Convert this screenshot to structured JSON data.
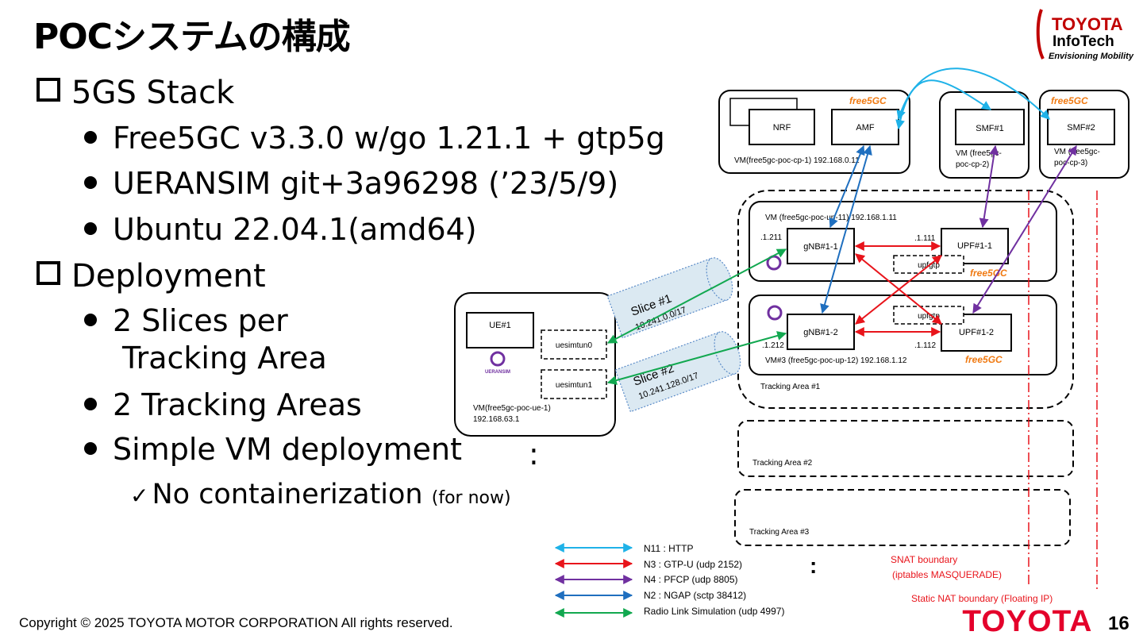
{
  "slide": {
    "title": "POCシステムの構成",
    "page_number": "16",
    "copyright": "Copyright ©  2025 TOYOTA MOTOR CORPORATION All rights reserved.",
    "footer_logo": "TOYOTA",
    "corner_logo": {
      "line1": "TOYOTA",
      "line2": "InfoTech",
      "line3": "Envisioning Mobility"
    }
  },
  "bullets": {
    "stack_heading": "5GS Stack",
    "stack_items": [
      "Free5GC v3.3.0 w/go 1.21.1 + gtp5g",
      "UERANSIM git+3a96298 (’23/5/9)",
      "Ubuntu 22.04.1(amd64)"
    ],
    "deploy_heading": "Deployment",
    "deploy_item1_line1": "2 Slices per",
    "deploy_item1_line2": "Tracking Area",
    "deploy_item2": "2 Tracking Areas",
    "deploy_item3": "Simple VM deployment",
    "deploy_colon": ":",
    "check_mark": "✓",
    "check_item": "No containerization",
    "check_note": "(for now)"
  },
  "diagram": {
    "cp1": {
      "nrf": "NRF",
      "amf": "AMF",
      "caption": "VM(free5gc-poc-cp-1) 192.168.0.11",
      "brand": "free5GC"
    },
    "cp2": {
      "smf": "SMF#1",
      "caption_line1": "VM (free5gc-",
      "caption_line2": "poc-cp-2)"
    },
    "cp3": {
      "smf": "SMF#2",
      "caption_line1": "VM (free5gc-",
      "caption_line2": "poc-cp-3)",
      "brand": "free5GC"
    },
    "up11": {
      "caption": "VM (free5gc-poc-up-11) 192.168.1.11",
      "gnb": "gNB#1-1",
      "upf": "UPF#1-1",
      "gnb_ip": ".1.211",
      "upf_ip": ".1.111",
      "upfgtp": "upfgtp",
      "brand": "free5GC"
    },
    "up12": {
      "caption": "VM#3 (free5gc-poc-up-12) 192.168.1.12",
      "gnb": "gNB#1-2",
      "upf": "UPF#1-2",
      "gnb_ip": ".1.212",
      "upf_ip": ".1.112",
      "upfgtp": "upfgtp",
      "brand": "free5GC"
    },
    "ue": {
      "name": "UE#1",
      "tun0": "uesimtun0",
      "tun1": "uesimtun1",
      "caption_line1": "VM(free5gc-poc-ue-1)",
      "caption_line2": "192.168.63.1",
      "brand": "UERANSIM"
    },
    "slice1": {
      "name": "Slice #1",
      "subnet": "10.241.0.0/17"
    },
    "slice2": {
      "name": "Slice #2",
      "subnet": "10.241.128.0/17"
    },
    "tracking_areas": [
      "Tracking Area #1",
      "Tracking Area #2",
      "Tracking Area #3"
    ],
    "more_dots": ":",
    "snat_line1": "SNAT boundary",
    "snat_line2": "(iptables MASQUERADE)",
    "static_nat": "Static NAT boundary  (Floating IP)",
    "legend": [
      {
        "label": "N11 : HTTP",
        "color": "#1fb2e8"
      },
      {
        "label": "N3 : GTP-U (udp 2152)",
        "color": "#e8141b"
      },
      {
        "label": "N4 : PFCP (udp 8805)",
        "color": "#7030a0"
      },
      {
        "label": "N2 : NGAP (sctp 38412)",
        "color": "#1f6fbf"
      },
      {
        "label": "Radio Link Simulation (udp 4997)",
        "color": "#12a850"
      }
    ],
    "colors": {
      "boundary": "#e8141b",
      "brand_orange": "#f07a12",
      "brand_blue": "#1f5fa8",
      "slice_fill": "#dbe9f2"
    }
  }
}
